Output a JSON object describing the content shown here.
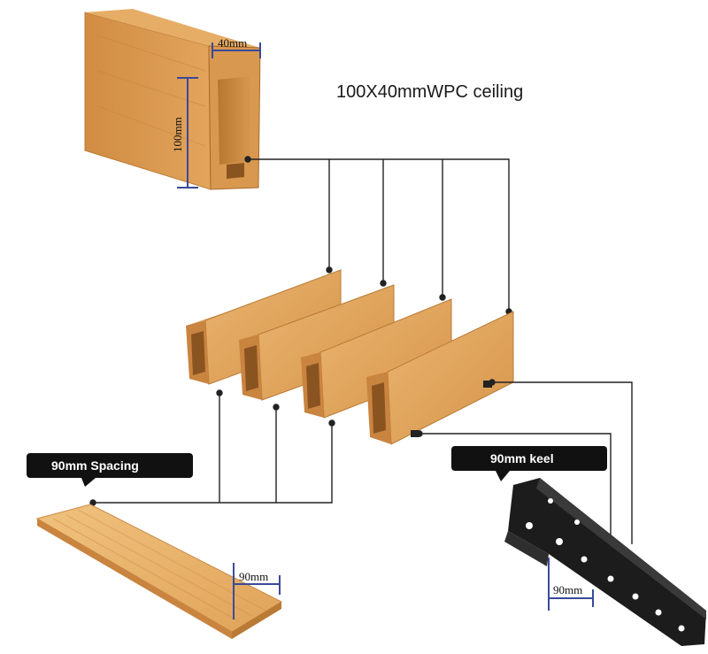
{
  "title": "100X40mmWPC ceiling",
  "dimensions": {
    "width": "40mm",
    "height": "100mm",
    "spacing_dim": "90mm",
    "keel_dim": "90mm"
  },
  "callouts": {
    "spacing": "90mm Spacing",
    "keel": "90mm keel"
  },
  "colors": {
    "wood_light": "#e2a65e",
    "wood_mid": "#cf8d45",
    "wood_dark": "#a86a2c",
    "dimension_line": "#3a4a9a",
    "leader_line": "#222222",
    "keel": "#1c1c1c",
    "callout_bg": "#111111"
  }
}
